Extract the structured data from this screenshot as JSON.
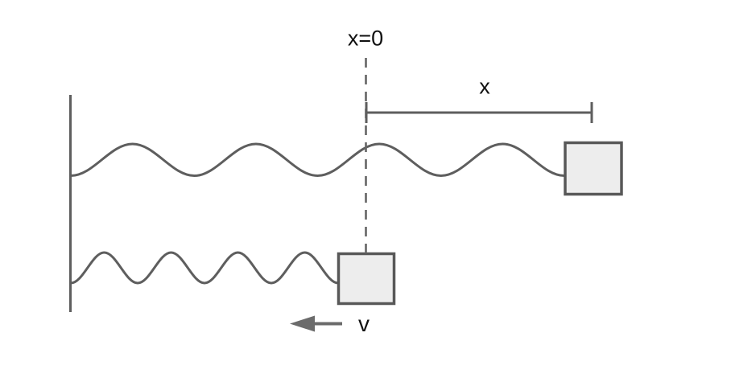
{
  "diagram": {
    "description": "Two horizontal spring-mass systems attached to a wall; upper system at natural length with displacement x measured from x=0, lower system compressed and moving left with velocity v",
    "labels": {
      "origin": "x=0",
      "displacement": "x",
      "velocity": "v"
    },
    "colors": {
      "line_stroke": "#5e5e5e",
      "box_fill": "#ededed",
      "box_border": "#585858",
      "dashed_line": "#666666",
      "arrow": "#6b6b6b",
      "text": "#111111",
      "background": "#ffffff"
    }
  }
}
